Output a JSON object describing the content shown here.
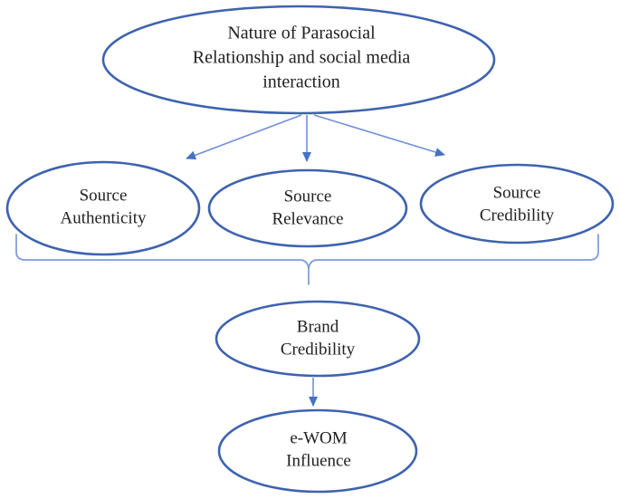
{
  "nodes": {
    "parasocial": {
      "label": "Nature of Parasocial\nRelationship and social media\ninteraction"
    },
    "authenticity": {
      "label": "Source\nAuthenticity"
    },
    "relevance": {
      "label": "Source\nRelevance"
    },
    "credibility": {
      "label": "Source\nCredibility"
    },
    "brand": {
      "label": "Brand\nCredibility"
    },
    "ewom": {
      "label": "e-WOM\nInfluence"
    }
  },
  "edges": [
    {
      "from": "parasocial",
      "to": "authenticity",
      "style": "arrow"
    },
    {
      "from": "parasocial",
      "to": "relevance",
      "style": "arrow"
    },
    {
      "from": "parasocial",
      "to": "credibility",
      "style": "arrow"
    },
    {
      "from": "brand",
      "to": "ewom",
      "style": "arrow"
    }
  ],
  "brace": {
    "groups": [
      "authenticity",
      "relevance",
      "credibility"
    ],
    "points_to": "brand"
  },
  "colors": {
    "shape_outline": "#3e63ae",
    "arrow_stem": "#7191d6",
    "arrow_head": "#4472c4",
    "brace": "#7c99d9",
    "text_color": "#212121",
    "background": "#ffffff"
  }
}
